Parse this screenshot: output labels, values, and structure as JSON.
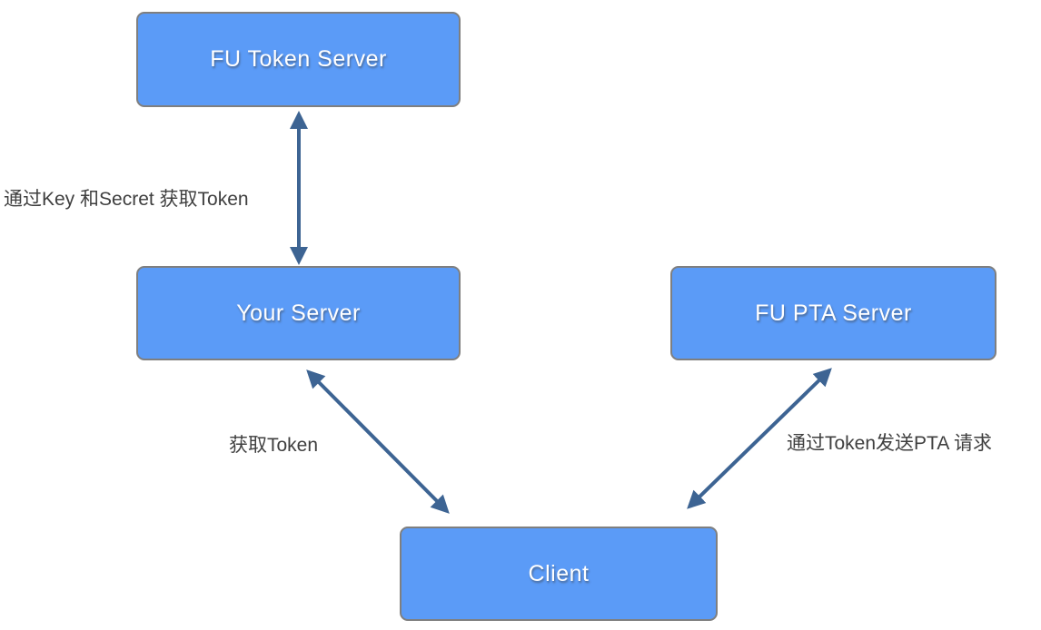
{
  "diagram": {
    "title": "FU token / PTA request flow",
    "colors": {
      "background": "#ffffff",
      "node_fill": "#5b9bf7",
      "node_border": "#7f7f7f",
      "node_text": "#ffffff",
      "arrow": "#3d6493",
      "label_text": "#3f3f3f"
    },
    "nodes": [
      {
        "id": "fu-token-server",
        "label": "FU Token Server"
      },
      {
        "id": "your-server",
        "label": "Your Server"
      },
      {
        "id": "fu-pta-server",
        "label": "FU PTA Server"
      },
      {
        "id": "client",
        "label": "Client"
      }
    ],
    "edges": [
      {
        "from": "your-server",
        "to": "fu-token-server",
        "direction": "bidirectional",
        "label": "通过Key 和Secret 获取Token"
      },
      {
        "from": "client",
        "to": "your-server",
        "direction": "bidirectional",
        "label": "获取Token"
      },
      {
        "from": "client",
        "to": "fu-pta-server",
        "direction": "bidirectional",
        "label": "通过Token发送PTA 请求"
      }
    ]
  }
}
